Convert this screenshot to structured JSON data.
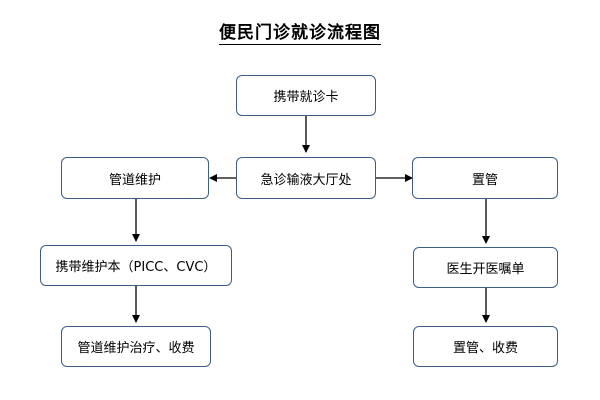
{
  "title": "便民门诊就诊流程图",
  "nodes": {
    "carry_card": "携带就诊卡",
    "emergency_hall": "急诊输液大厅处",
    "tube_maintenance": "管道维护",
    "placement": "置管",
    "carry_book": "携带维护本（PICC、CVC）",
    "doctor_order": "医生开医嘱单",
    "maintenance_treatment": "管道维护治疗、收费",
    "placement_charge": "置管、收费"
  },
  "colors": {
    "border": "#3d5f86",
    "arrow": "#000000"
  }
}
